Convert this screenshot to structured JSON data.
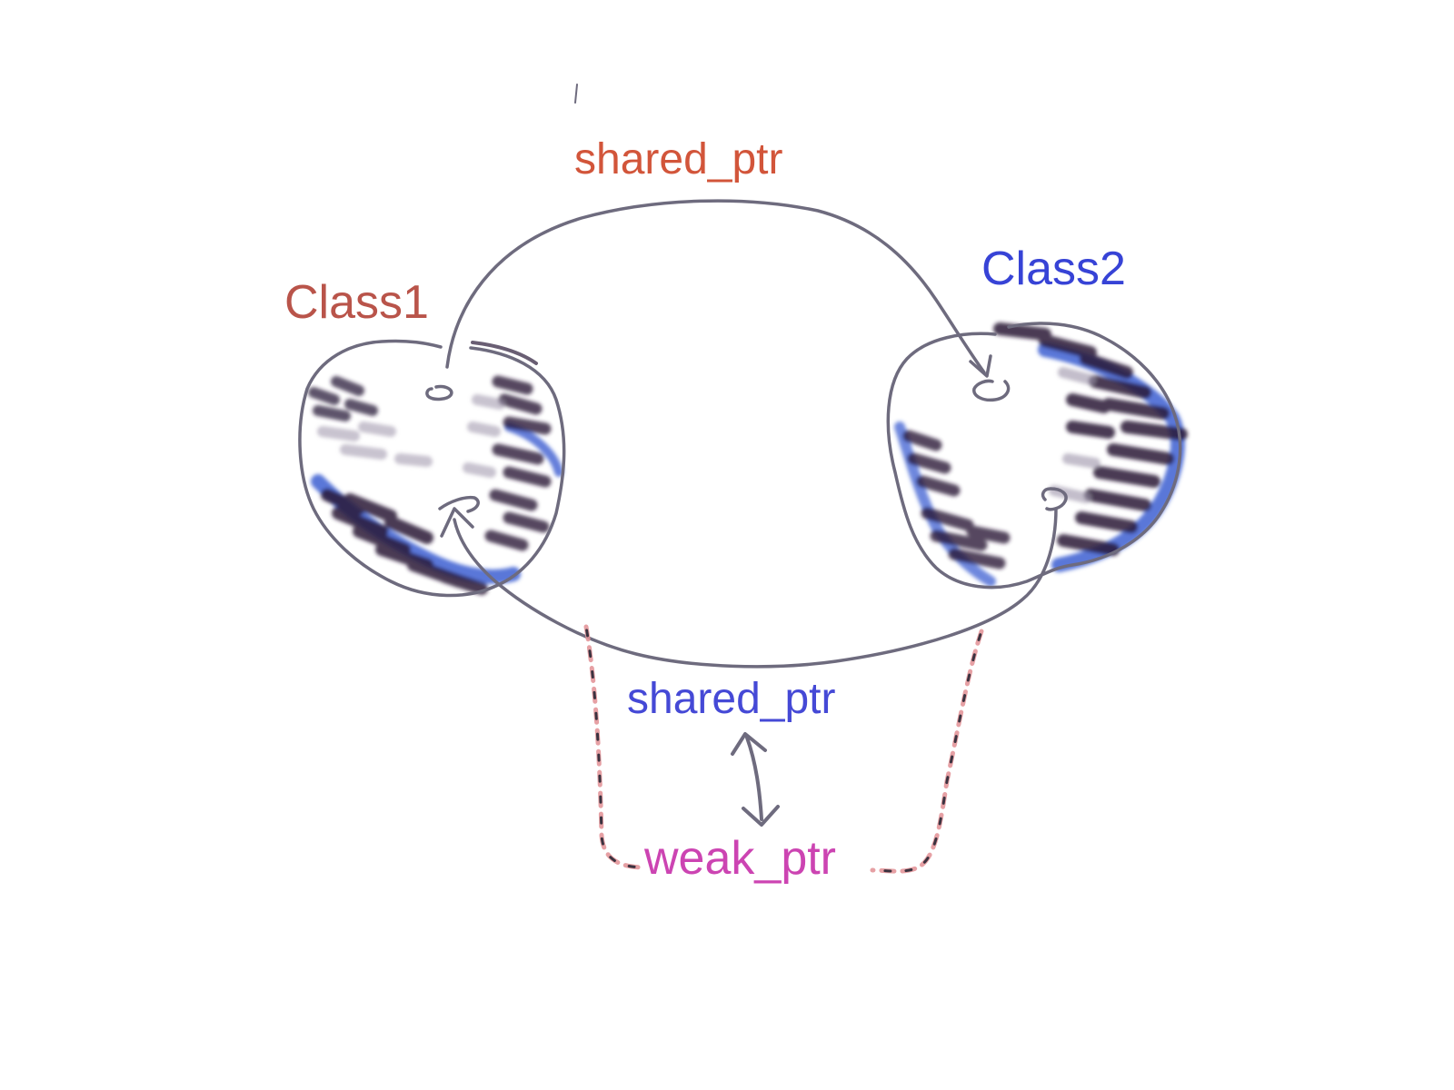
{
  "diagram": {
    "top_arrow_label": "shared_ptr",
    "class1_label": "Class1",
    "class2_label": "Class2",
    "bottom_arrow_label": "shared_ptr",
    "weak_label": "weak_ptr"
  },
  "colors": {
    "top_arrow_label": "#d2553a",
    "class1_label": "#b9544a",
    "class2_label": "#3743d6",
    "bottom_arrow_label": "#4549d6",
    "weak_label": "#cc44b2",
    "stroke": "#6e6b7e",
    "scribble_dark": "#2a1a38",
    "scribble_blue": "#3d5fd1",
    "dashed_pink": "#e3969a",
    "dashed_dark": "#3b3340"
  }
}
